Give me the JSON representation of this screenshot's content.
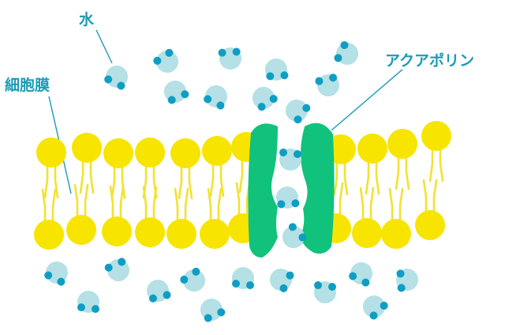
{
  "labels": {
    "water": "水",
    "cell_membrane": "細胞膜",
    "aquaporin": "アクアポリン"
  },
  "colors": {
    "label": "#1a9bb5",
    "lipid_head": "#f7e500",
    "lipid_tail": "#f2e230",
    "aquaporin": "#11c27c",
    "water_body": "#b4e0e6",
    "water_atom": "#0f9ec3",
    "leader_line": "#1a9bb5"
  },
  "icons": {
    "water_molecule": "water-molecule-icon",
    "phospholipid": "phospholipid-icon",
    "aquaporin": "aquaporin-channel-icon"
  }
}
